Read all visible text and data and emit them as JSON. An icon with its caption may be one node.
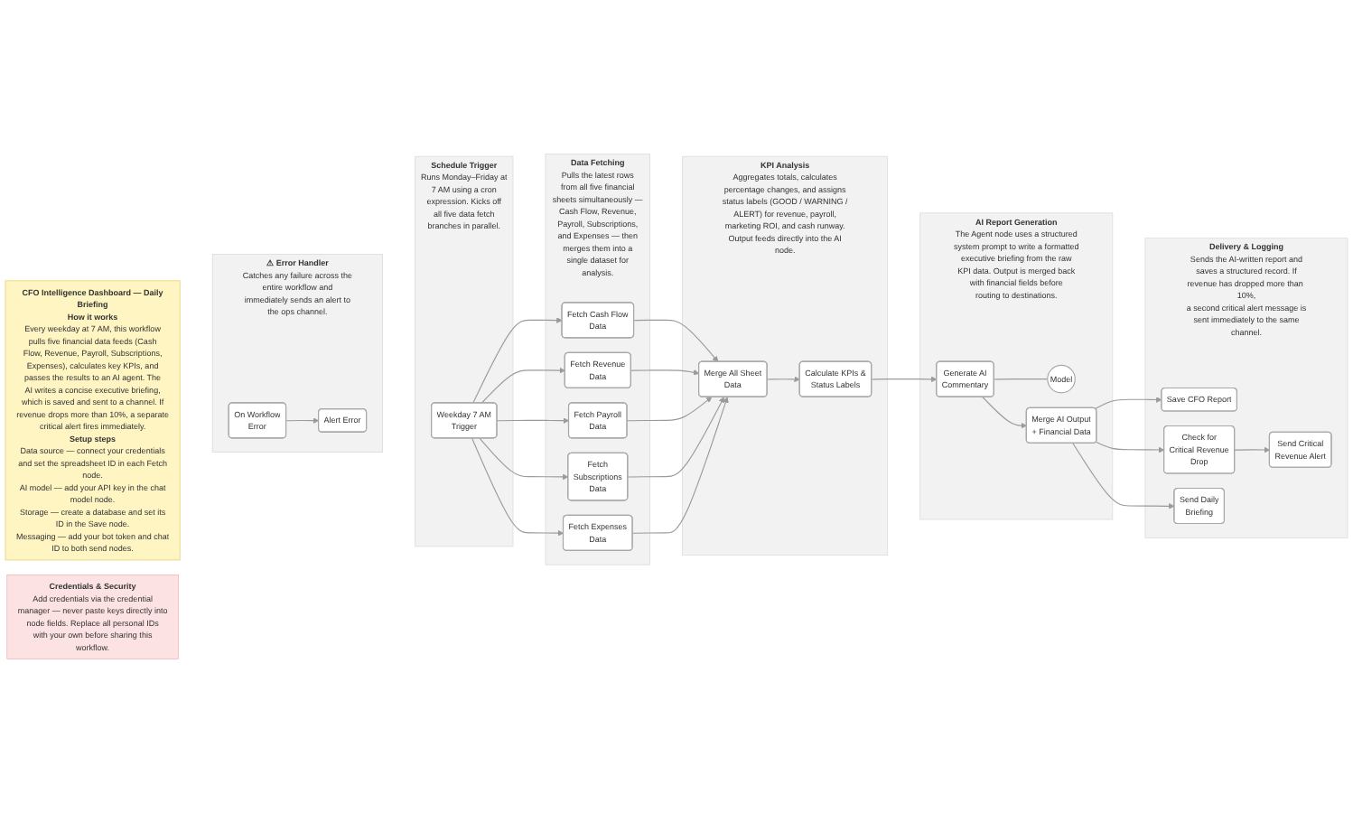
{
  "diagram": {
    "nodes": [
      {
        "text": [
          "CFO Intelligence Dashboard — Daily Briefing",
          "How it works",
          "Every weekday at 7 AM, this workflow pulls five financial data feeds (Cash Flow, Revenue, Payroll, Subscriptions, Expenses), calculates key KPIs, and passes the results to an AI agent. The AI writes a concise executive briefing, which is saved and sent to a channel. If revenue drops more than 10%, a separate critical alert fires immediately.",
          "Setup steps",
          "Data source — connect your credentials and set the spreadsheet ID in each Fetch node.",
          "AI model — add your API key in the chat model node.",
          "Storage — create a database and set its ID in the Save node.",
          "Messaging — add your bot token and chat ID to both send nodes."
        ]
      },
      {
        "text": [
          "Schedule Trigger",
          "Runs Monday–Friday at 7 AM using a cron expression. Kicks off all five data fetch branches in parallel."
        ]
      },
      {
        "text": [
          "Weekday 7 AM Trigger"
        ],
        "in": 1
      },
      {
        "text": [
          "⚠ Error Handler",
          "Catches any failure across the entire workflow and immediately sends an alert to the ops channel."
        ]
      },
      {
        "text": [
          "On Workflow Error"
        ],
        "in": 3
      },
      {
        "text": [
          "Alert Error"
        ],
        "in": 3
      },
      {
        "text": [
          "Data Fetching",
          "Pulls the latest rows from all five financial sheets simultaneously — Cash Flow, Revenue, Payroll, Subscriptions, and Expenses — then merges them into a single dataset for analysis."
        ]
      },
      {
        "text": [
          "Fetch Cash Flow Data"
        ],
        "in": 6
      },
      {
        "text": [
          "Fetch Revenue Data"
        ],
        "in": 6
      },
      {
        "text": [
          "Fetch Payroll Data"
        ],
        "in": 6
      },
      {
        "text": [
          "Fetch Subscriptions Data"
        ],
        "in": 6
      },
      {
        "text": [
          "Fetch Expenses Data"
        ],
        "in": 6
      },
      {
        "text": [
          "KPI Analysis",
          "Aggregates totals, calculates percentage changes, and assigns status labels (GOOD / WARNING / ALERT) for revenue, payroll, marketing ROI, and cash runway. Output feeds directly into the AI node."
        ]
      },
      {
        "text": [
          "Merge All Sheet Data"
        ],
        "in": 12
      },
      {
        "text": [
          "Calculate KPIs & Status Labels"
        ],
        "in": 12
      },
      {
        "text": [
          "AI Report Generation",
          "The Agent node uses a structured system prompt to write a formatted executive briefing from the raw KPI data. Output is merged back with financial fields before routing to destinations."
        ]
      },
      {
        "text": [
          "Generate AI Commentary"
        ],
        "in": 15
      },
      {
        "text": [
          "Model"
        ],
        "in": 15
      },
      {
        "text": [
          "Merge AI Output + Financial Data"
        ],
        "in": 15
      },
      {
        "text": [
          "Delivery & Logging",
          "Sends the AI-written report and saves a structured record. If revenue has dropped more than 10%, a second critical alert message is sent immediately to the same channel."
        ]
      },
      {
        "text": [
          "Save CFO Report"
        ],
        "in": 19
      },
      {
        "text": [
          "Check for Critical Revenue Drop"
        ],
        "in": 19
      },
      {
        "text": [
          "Send Critical Revenue Alert"
        ],
        "in": 19
      },
      {
        "text": [
          "Send Daily Briefing"
        ],
        "in": 19
      },
      {
        "text": [
          "Credentials & Security",
          "Add credentials via the credential manager — never paste keys directly into node fields. Replace all personal IDs with your own before sharing this workflow."
        ]
      }
    ],
    "edges": [
      {
        "from": 4,
        "to": 5,
        "arrow": "to"
      },
      {
        "from": 2,
        "to": 7,
        "arrow": "to"
      },
      {
        "from": 2,
        "to": 8,
        "arrow": "to"
      },
      {
        "from": 2,
        "to": 9,
        "arrow": "to"
      },
      {
        "from": 2,
        "to": 10,
        "arrow": "to"
      },
      {
        "from": 2,
        "to": 11,
        "arrow": "to"
      },
      {
        "from": 7,
        "to": 13,
        "arrow": "to"
      },
      {
        "from": 8,
        "to": 13,
        "arrow": "to"
      },
      {
        "from": 9,
        "to": 13,
        "arrow": "to"
      },
      {
        "from": 10,
        "to": 13,
        "arrow": "to"
      },
      {
        "from": 11,
        "to": 13,
        "arrow": "to"
      },
      {
        "from": 13,
        "to": 14,
        "arrow": "to"
      },
      {
        "from": 14,
        "to": 16,
        "arrow": "to"
      },
      {
        "from": 17,
        "to": 16,
        "arrow": "none"
      },
      {
        "from": 16,
        "to": 18,
        "arrow": "to"
      },
      {
        "from": 18,
        "to": 20,
        "arrow": "to"
      },
      {
        "from": 18,
        "to": 21,
        "arrow": "to"
      },
      {
        "from": 18,
        "to": 23,
        "arrow": "to"
      },
      {
        "from": 21,
        "to": 22,
        "arrow": "to"
      }
    ]
  }
}
